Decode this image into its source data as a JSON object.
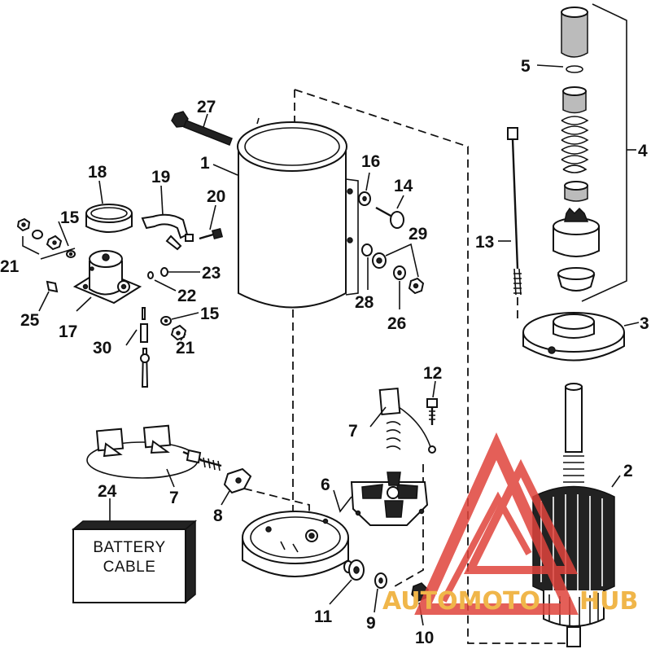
{
  "diagram": {
    "callouts": {
      "n1": "1",
      "n2": "2",
      "n3": "3",
      "n4": "4",
      "n5": "5",
      "n6": "6",
      "n7a": "7",
      "n7b": "7",
      "n8": "8",
      "n9": "9",
      "n10": "10",
      "n11": "11",
      "n12": "12",
      "n13": "13",
      "n14": "14",
      "n15a": "15",
      "n15b": "15",
      "n16": "16",
      "n17": "17",
      "n18": "18",
      "n19": "19",
      "n20": "20",
      "n21a": "21",
      "n21b": "21",
      "n22": "22",
      "n23": "23",
      "n24": "24",
      "n25": "25",
      "n26": "26",
      "n27": "27",
      "n28": "28",
      "n29": "29",
      "n30": "30"
    },
    "battery_cable": {
      "line1": "BATTERY",
      "line2": "CABLE"
    }
  },
  "watermark": {
    "text_left": "AUTOMOTO",
    "text_right": "HUB",
    "colors": {
      "red": "#e0443c",
      "orange": "#f0b64a"
    }
  }
}
